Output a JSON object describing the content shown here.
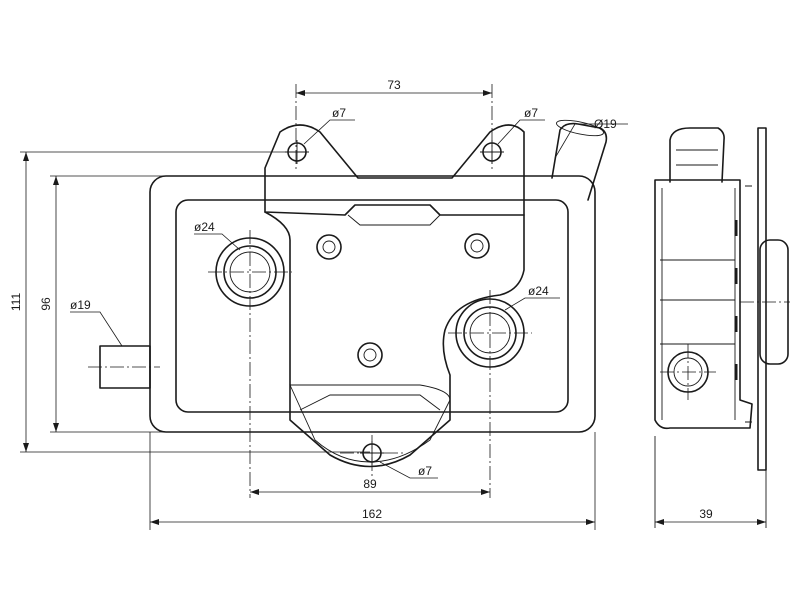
{
  "dimensions": {
    "bolt_spacing_top": "73",
    "hole_top_left": "ø7",
    "hole_top_right": "ø7",
    "pipe_top_right": "Ø19",
    "port_left": "ø24",
    "port_right": "ø24",
    "pipe_left": "ø19",
    "hole_bottom": "ø7",
    "height_outer": "111",
    "height_inner": "96",
    "port_spacing": "89",
    "width_overall": "162",
    "depth_side": "39"
  }
}
